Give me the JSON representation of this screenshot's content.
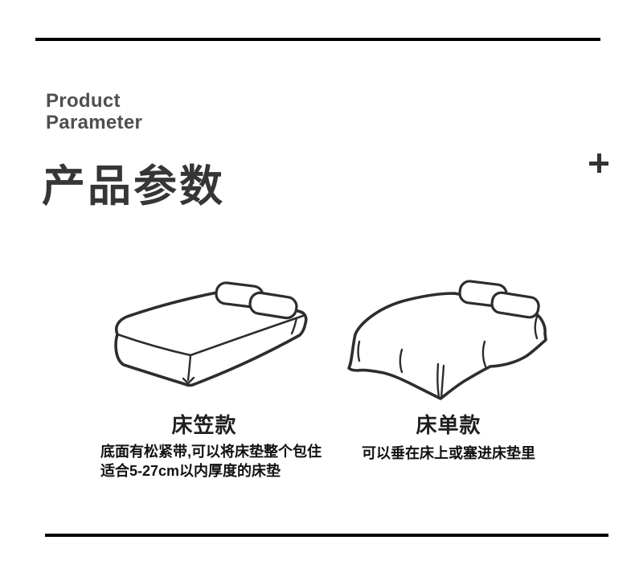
{
  "header": {
    "title_en_line1": "Product",
    "title_en_line2": "Parameter",
    "title_zh": "产品参数",
    "corner_icon": "plus-icon"
  },
  "variants": [
    {
      "name": "床笠款",
      "illustration": "fitted-sheet-bed",
      "description_lines": [
        "底面有松紧带,可以将床垫整个包住",
        "适合5-27cm以内厚度的床垫"
      ]
    },
    {
      "name": "床单款",
      "illustration": "flat-sheet-bed",
      "description_lines": [
        "可以垂在床上或塞进床垫里"
      ]
    }
  ],
  "colors": {
    "background": "#ffffff",
    "divider": "#000000",
    "title_en": "#4f4f4f",
    "title_zh": "#363636",
    "line_art": "#2d2d2d",
    "label": "#1f1f1f",
    "description": "#111111"
  }
}
